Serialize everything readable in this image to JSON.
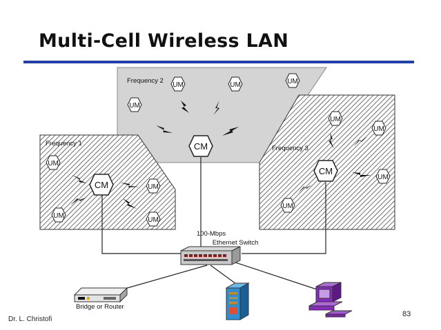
{
  "title": "Multi-Cell Wireless LAN",
  "footer": {
    "author": "Dr. L. Christofi",
    "page_number": "83"
  },
  "cells": [
    {
      "frequency_label": "Frequency 2",
      "cm_label": "CM",
      "um_labels": [
        "UM",
        "UM",
        "UM",
        "UM",
        "UM",
        "UM"
      ]
    },
    {
      "frequency_label": "Frequency 1",
      "cm_label": "CM",
      "um_labels": [
        "UM",
        "UM",
        "UM",
        "UM"
      ]
    },
    {
      "frequency_label": "Frequency 3",
      "cm_label": "CM",
      "um_labels": [
        "UM",
        "UM",
        "UM"
      ]
    }
  ],
  "switch": {
    "line1": "100-Mbps",
    "line2": "Ethernet Switch"
  },
  "bridge": {
    "label": "Bridge or Router"
  },
  "colors": {
    "accent_rule": "#1f3fb0",
    "server": "#2f8fd0",
    "workstation": "#8a2bbf",
    "switch": "#8a1a1a"
  }
}
